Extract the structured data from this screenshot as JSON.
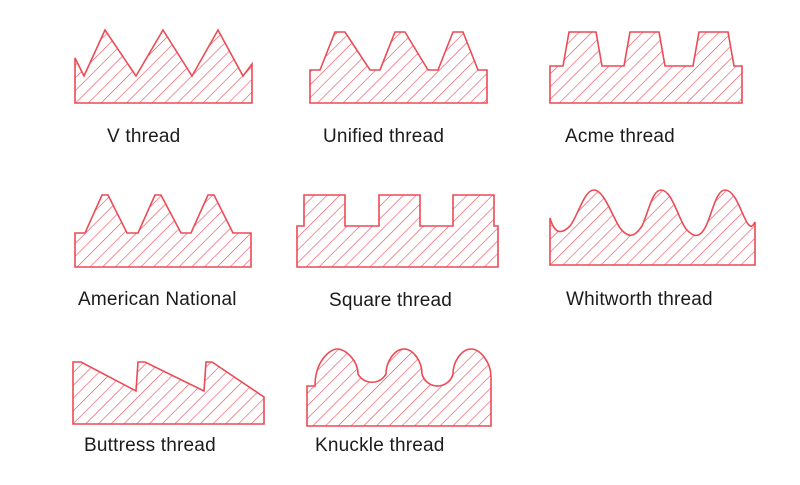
{
  "colors": {
    "outline": "#ec4a55",
    "hatch": "#ec4a55",
    "text": "#1b1b1b",
    "background": "#ffffff"
  },
  "threads": [
    {
      "id": "v-thread",
      "label": "V thread"
    },
    {
      "id": "unified-thread",
      "label": "Unified thread"
    },
    {
      "id": "acme-thread",
      "label": "Acme thread"
    },
    {
      "id": "american-national",
      "label": "American National"
    },
    {
      "id": "square-thread",
      "label": "Square thread"
    },
    {
      "id": "whitworth-thread",
      "label": "Whitworth thread"
    },
    {
      "id": "buttress-thread",
      "label": "Buttress thread"
    },
    {
      "id": "knuckle-thread",
      "label": "Knuckle thread"
    }
  ]
}
